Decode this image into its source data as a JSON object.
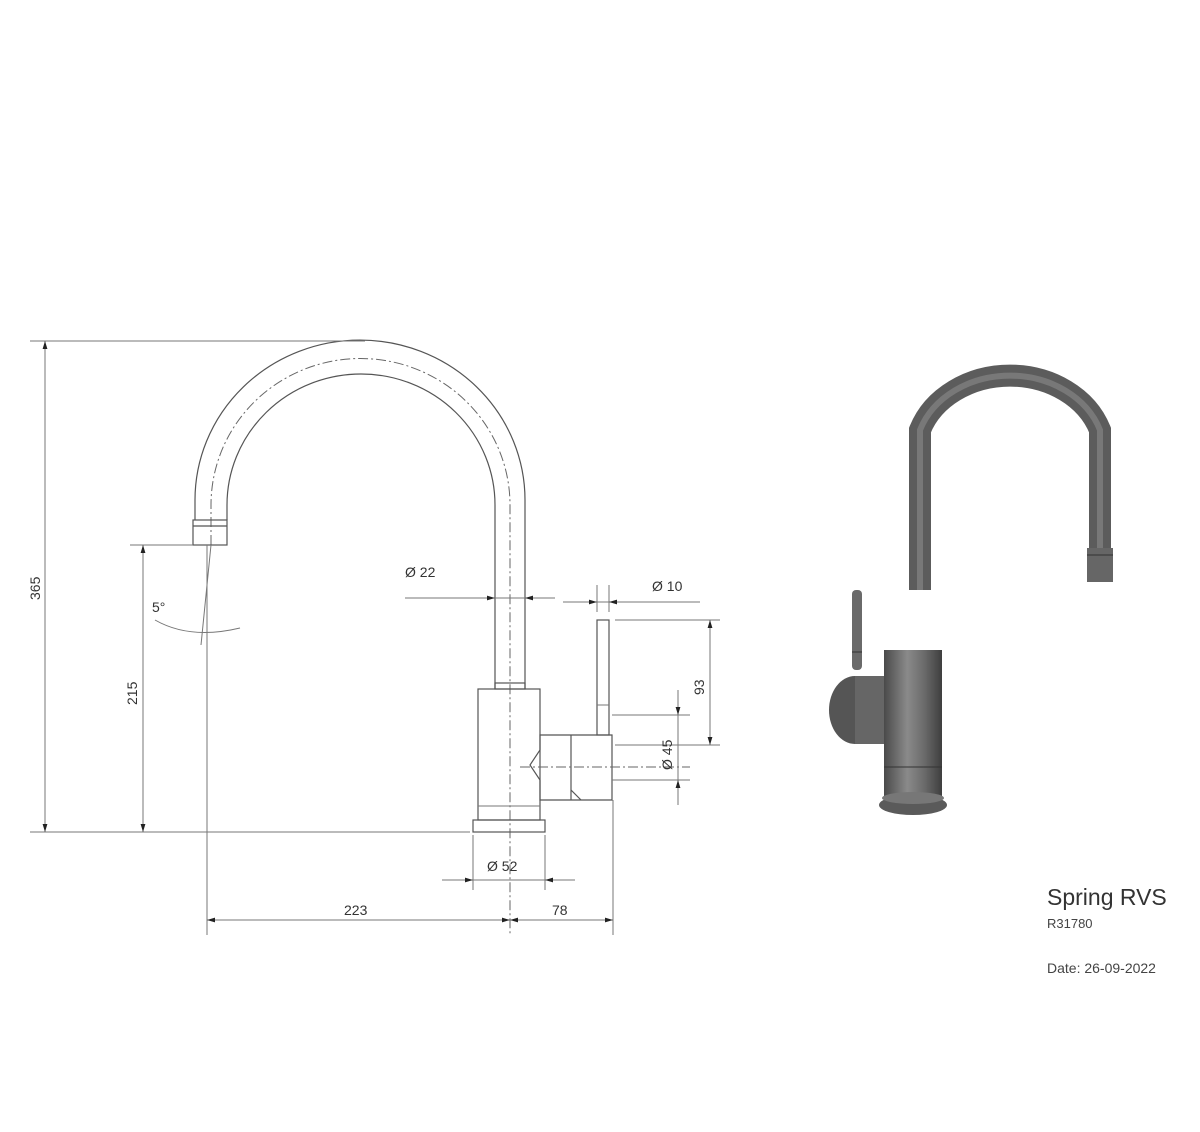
{
  "product": {
    "name": "Spring RVS",
    "code": "R31780",
    "date": "Date: 26-09-2022"
  },
  "dimensions": {
    "total_height": "365",
    "spout_height": "215",
    "spout_angle": "5°",
    "spout_diameter": "Ø 22",
    "lever_diameter": "Ø 10",
    "lever_height": "93",
    "handle_diameter": "Ø 45",
    "base_diameter": "Ø 52",
    "spout_reach": "223",
    "handle_reach": "78"
  },
  "colors": {
    "line": "#555555",
    "render": "#6b6b6b"
  }
}
